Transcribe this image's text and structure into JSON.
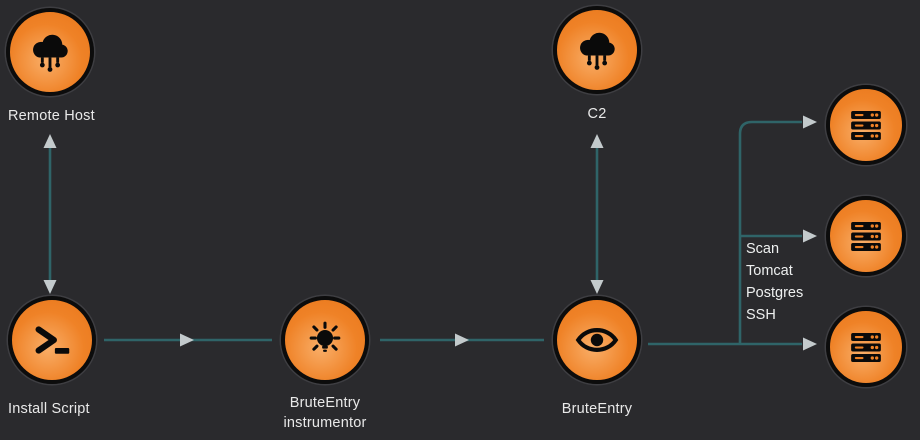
{
  "diagram": {
    "background": "#2a2a2d",
    "accent_orange": "#ef8227",
    "edge_color": "#2f6468",
    "arrow_color": "#c3cacc",
    "label_color": "#e9e9e9"
  },
  "nodes": {
    "remote_host": {
      "label": "Remote Host",
      "icon": "cloud-network-icon"
    },
    "c2": {
      "label": "C2",
      "icon": "cloud-network-icon"
    },
    "install_script": {
      "label": "Install Script",
      "icon": "terminal-icon"
    },
    "instrumentor": {
      "label_line1": "BruteEntry",
      "label_line2": "instrumentor",
      "icon": "lightbulb-icon"
    },
    "bruteentry": {
      "label": "BruteEntry",
      "icon": "eye-icon"
    },
    "server1": {
      "icon": "server-icon"
    },
    "server2": {
      "icon": "server-icon"
    },
    "server3": {
      "icon": "server-icon"
    }
  },
  "scan_label": {
    "line1": "Scan",
    "line2": "Tomcat",
    "line3": "Postgres",
    "line4": "SSH"
  }
}
